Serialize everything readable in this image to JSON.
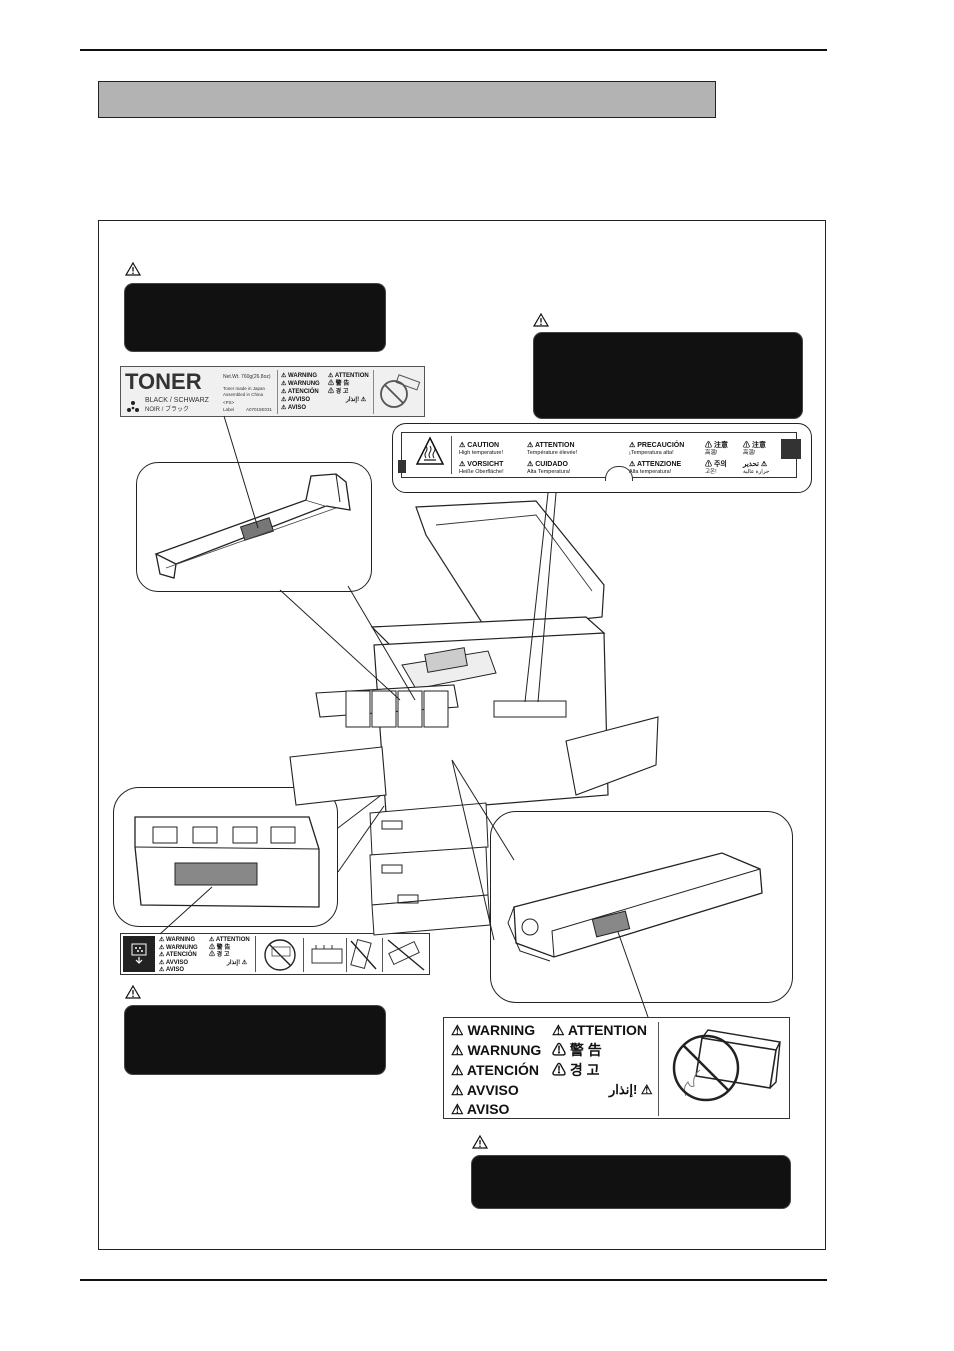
{
  "toner_label": {
    "product": "TONER",
    "color": "BLACK / SCHWARZ",
    "color_alt": "NOIR / ブラック",
    "net_weight": "Net.Wt. 760g(26.8oz)",
    "origin_1": "Toner made in Japan",
    "origin_2": "Assembled in China",
    "code_mark": "<PS>",
    "code_label": "Label",
    "code_number": "A07015E031",
    "warnings": [
      "⚠ WARNING",
      "⚠ WARNUNG",
      "⚠ ATENCIÓN",
      "⚠ AVVISO",
      "⚠ AVISO"
    ],
    "warnings_right": [
      "⚠ ATTENTION",
      "⚠ 警 告",
      "⚠ 경 고",
      "إنذار! ⚠"
    ]
  },
  "heat_label": {
    "cells": [
      {
        "title": "⚠ CAUTION",
        "sub": "High temperature!"
      },
      {
        "title": "⚠ ATTENTION",
        "sub": "Température élevée!"
      },
      {
        "title": "⚠ PRECAUCIÓN",
        "sub": "¡Temperatura alta!"
      },
      {
        "title": "⚠ 注意",
        "sub": "高温!"
      },
      {
        "title": "⚠ 注意",
        "sub": "高温!"
      },
      {
        "title": "⚠ VORSICHT",
        "sub": "Heiße Oberfläche!"
      },
      {
        "title": "⚠ CUIDADO",
        "sub": "Alta Temperatura!"
      },
      {
        "title": "⚠ ATTENZIONE",
        "sub": "Alta temperatura!"
      },
      {
        "title": "⚠ 주의",
        "sub": "고온!"
      },
      {
        "title": "تحذير ⚠",
        "sub": "حرارة عالية"
      }
    ]
  },
  "waste_label": {
    "left": [
      "⚠ WARNING",
      "⚠ WARNUNG",
      "⚠ ATENCIÓN",
      "⚠ AVVISO",
      "⚠ AVISO"
    ],
    "right": [
      "⚠ ATTENTION",
      "⚠ 警 告",
      "⚠ 경 고",
      "إنذار! ⚠"
    ]
  },
  "drum_label": {
    "left": [
      "⚠ WARNING",
      "⚠ WARNUNG",
      "⚠ ATENCIÓN",
      "⚠ AVVISO",
      "⚠ AVISO"
    ],
    "right": [
      "⚠ ATTENTION",
      "⚠ 警 告",
      "⚠ 경 고",
      "إنذار! ⚠"
    ]
  }
}
